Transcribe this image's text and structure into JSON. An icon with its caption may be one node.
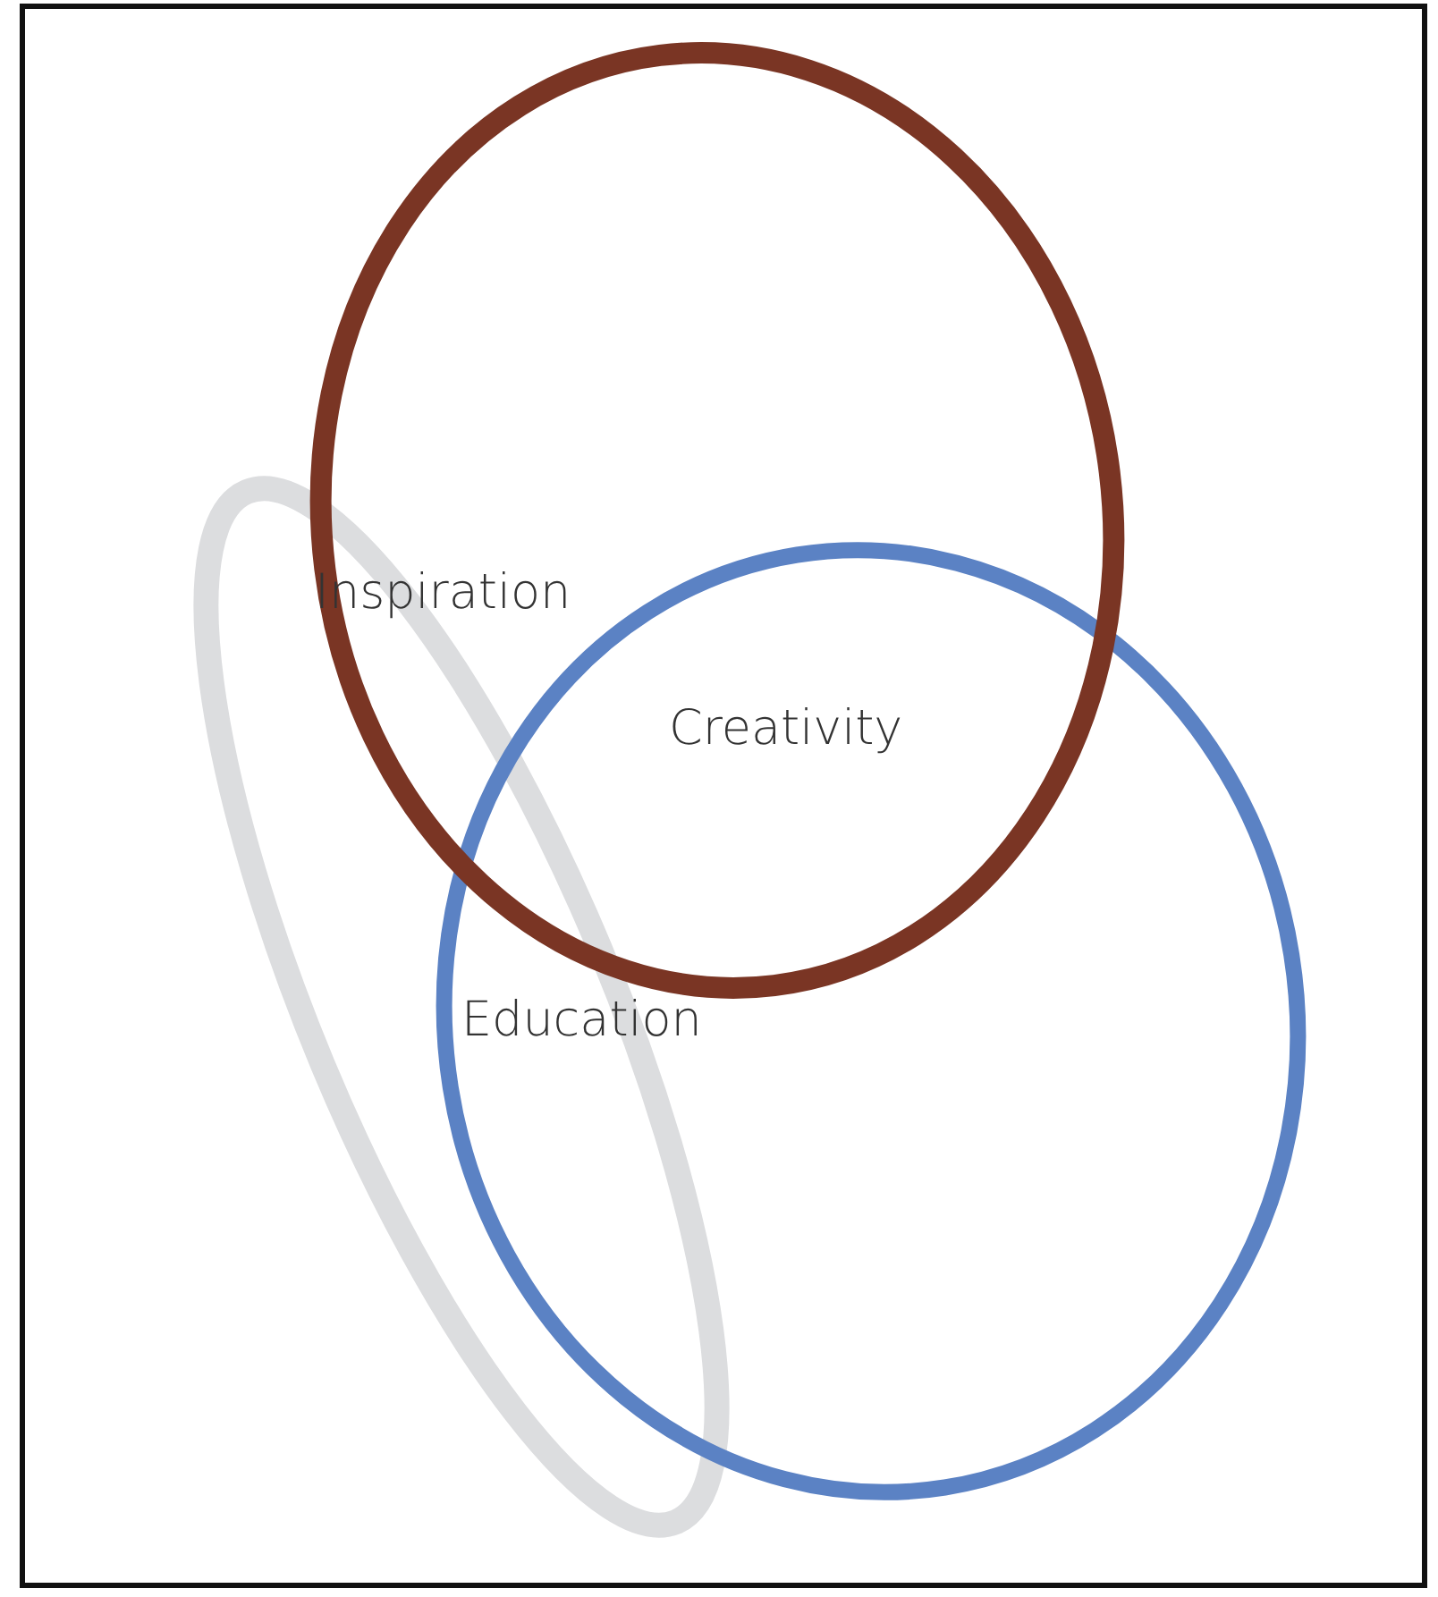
{
  "diagram": {
    "labels": [
      "Inspiration",
      "Creativity",
      "Education"
    ]
  }
}
